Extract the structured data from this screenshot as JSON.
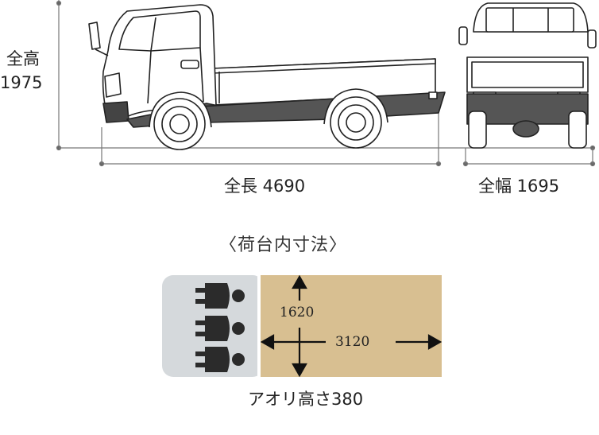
{
  "dimensions": {
    "height_label": "全高",
    "height_value": "1975",
    "length_label": "全長 4690",
    "width_label": "全幅 1695"
  },
  "cargo": {
    "heading": "〈荷台内寸法〉",
    "width_value": "1620",
    "length_value": "3120",
    "gate_height_label": "アオリ高さ380",
    "seat_count": 3
  },
  "colors": {
    "bed_fill": "#d8bf91",
    "cab_fill": "#d5d9dc",
    "seat_icon": "#2b2b2b",
    "line": "#666666"
  }
}
